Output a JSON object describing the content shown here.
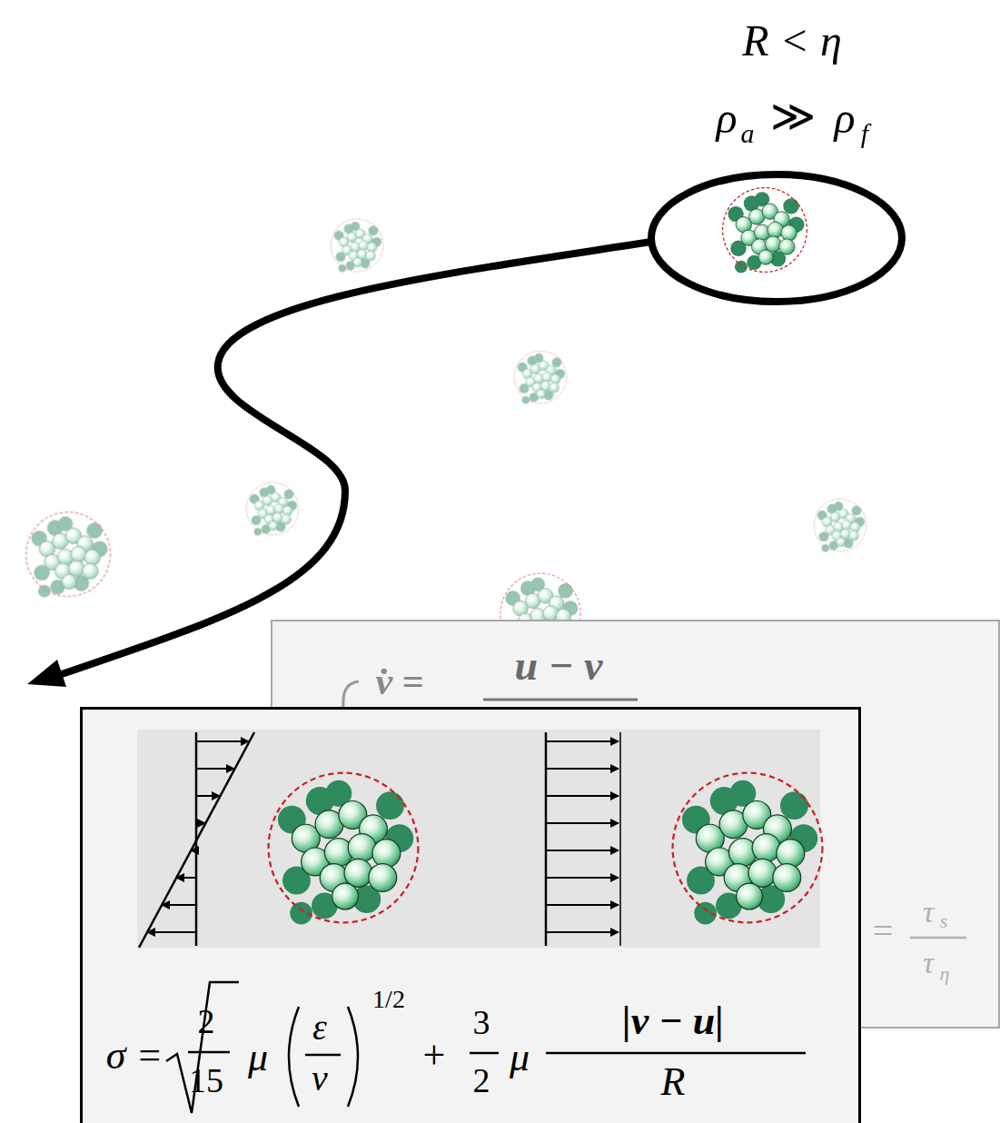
{
  "diagram": {
    "nodes": [
      {
        "text": [
          "v̇ =",
          "u − v",
          "=",
          "τ",
          "s",
          "τ",
          "η"
        ]
      },
      {
        "text": [
          "σ =",
          "2",
          "15",
          "μ",
          "ε",
          "ν",
          "1/2",
          "+",
          "3",
          "2",
          "μ",
          "|v − u|",
          "R"
        ]
      }
    ],
    "labels": [
      "R < η",
      "ρ",
      "a",
      "≫",
      "ρ",
      "f"
    ]
  }
}
